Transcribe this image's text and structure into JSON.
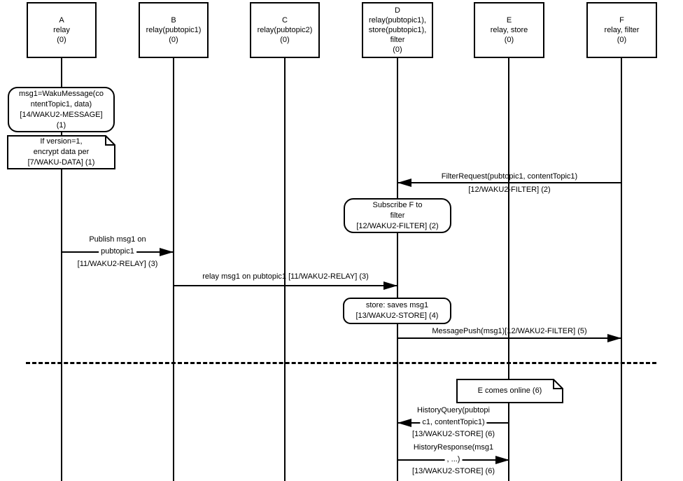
{
  "colors": {
    "foreground": "#000000",
    "background": "#ffffff"
  },
  "participants": [
    {
      "name": "A",
      "label": "A\nrelay\n(0)"
    },
    {
      "name": "B",
      "label": "B\nrelay(pubtopic1)\n(0)"
    },
    {
      "name": "C",
      "label": "C\nrelay(pubtopic2)\n(0)"
    },
    {
      "name": "D",
      "label": "D\nrelay(pubtopic1),\nstore(pubtopic1),\nfilter\n(0)"
    },
    {
      "name": "E",
      "label": "E\nrelay, store\n(0)"
    },
    {
      "name": "F",
      "label": "F\nrelay, filter\n(0)"
    }
  ],
  "notes": [
    {
      "type": "rounded",
      "at": "A",
      "text": "msg1=WakuMessage(co\nntentTopic1, data)\n[14/WAKU2-MESSAGE]\n(1)"
    },
    {
      "type": "folded",
      "at": "A",
      "text": "If version=1,\nencrypt data per\n[7/WAKU-DATA] (1)"
    },
    {
      "type": "rounded",
      "at": "D",
      "text": "Subscribe F to\nfilter\n[12/WAKU2-FILTER] (2)"
    },
    {
      "type": "rounded",
      "at": "D",
      "text": "store: saves msg1\n[13/WAKU2-STORE] (4)"
    },
    {
      "type": "folded",
      "at": "E",
      "text": "E comes online (6)"
    }
  ],
  "messages": [
    {
      "from": "F",
      "to": "D",
      "above": "FilterRequest(pubtopic1, contentTopic1)",
      "below": "[12/WAKU2-FILTER] (2)"
    },
    {
      "from": "A",
      "to": "B",
      "above": "Publish msg1 on",
      "online": "pubtopic1",
      "below": "[11/WAKU2-RELAY] (3)"
    },
    {
      "from": "B",
      "to": "D",
      "above": "relay msg1 on pubtopic1 [11/WAKU2-RELAY] (3)"
    },
    {
      "from": "D",
      "to": "F",
      "above": "MessagePush(msg1)[12/WAKU2-FILTER] (5)"
    },
    {
      "from": "E",
      "to": "D",
      "above": "HistoryQuery(pubtopi",
      "online": "c1, contentTopic1)",
      "below": "[13/WAKU2-STORE] (6)"
    },
    {
      "from": "D",
      "to": "E",
      "above": "HistoryResponse(msg1",
      "online": ", ...)",
      "below": "[13/WAKU2-STORE] (6)"
    }
  ]
}
